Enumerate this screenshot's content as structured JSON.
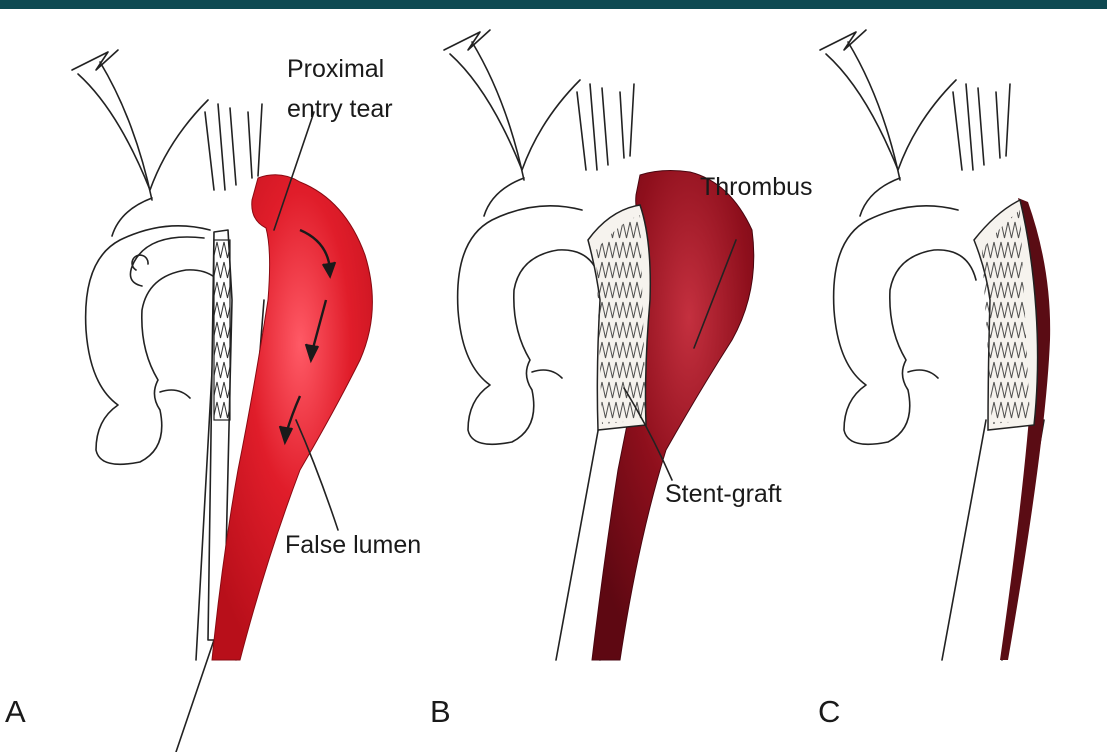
{
  "colors": {
    "header_bar": "#0f4a52",
    "false_lumen": "#d9141f",
    "thrombus": "#8e0f1c",
    "thrombus_thin": "#5a0c14"
  },
  "labels": {
    "proximal_entry_tear": [
      "Proximal",
      "entry tear"
    ],
    "false_lumen": "False lumen",
    "thrombus": "Thrombus",
    "stent_graft": "Stent-graft"
  },
  "panels": [
    "A",
    "B",
    "C"
  ]
}
